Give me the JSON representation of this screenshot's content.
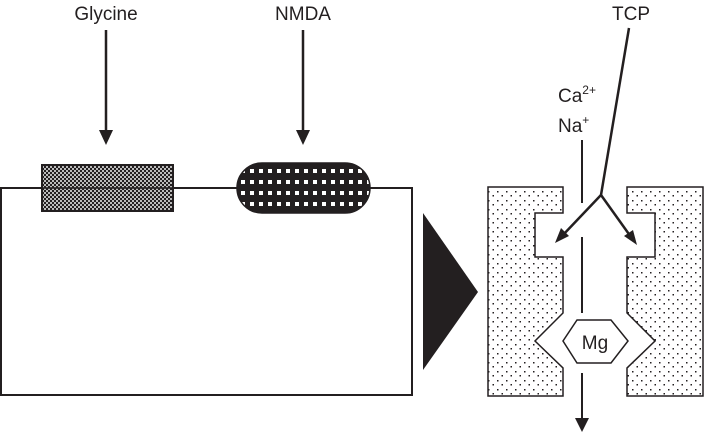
{
  "labels": {
    "glycine": "Glycine",
    "nmda": "NMDA",
    "tcp": "TCP",
    "ca": "Ca",
    "ca_charge": "2+",
    "na": "Na",
    "na_charge": "+",
    "mg": "Mg"
  },
  "colors": {
    "ink": "#231f20",
    "background": "#ffffff"
  }
}
